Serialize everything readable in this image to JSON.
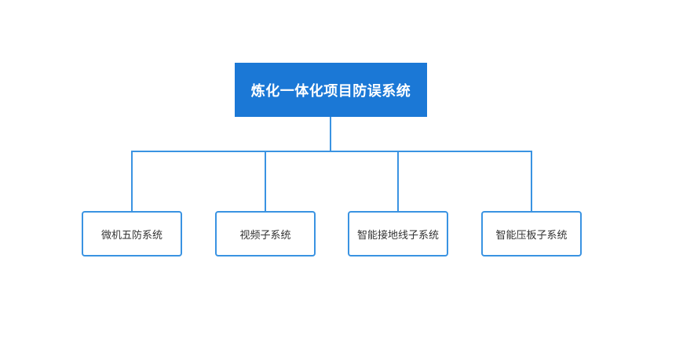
{
  "diagram": {
    "root": {
      "label": "炼化一体化项目防误系统"
    },
    "children": [
      {
        "label": "微机五防系统"
      },
      {
        "label": "视频子系统"
      },
      {
        "label": "智能接地线子系统"
      },
      {
        "label": "智能压板子系统"
      }
    ],
    "colors": {
      "root_fill": "#1b78d6",
      "connector": "#3a93e2",
      "child_border": "#3a93e2",
      "child_text": "#333333"
    }
  }
}
